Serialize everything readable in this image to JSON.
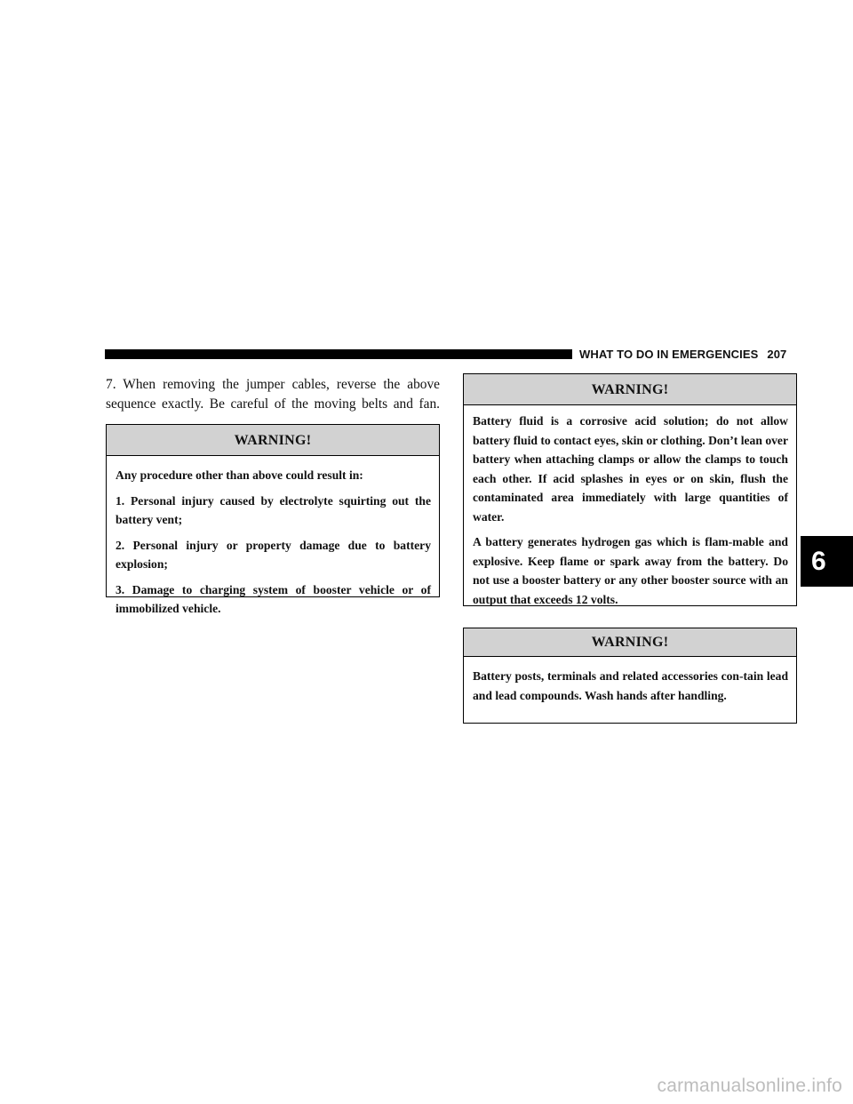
{
  "header": {
    "section_title": "WHAT TO DO IN EMERGENCIES",
    "page_number": "207"
  },
  "intro": {
    "text": "7. When removing the jumper cables, reverse the above sequence exactly. Be careful of the moving belts and fan."
  },
  "warnings": [
    {
      "title": "WARNING!",
      "paragraphs": [
        "Any procedure other than above could result in:",
        "1. Personal injury caused by electrolyte squirting out the battery vent;",
        "2. Personal injury or property damage due to battery explosion;",
        "3. Damage to charging system of booster vehicle or of immobilized vehicle."
      ]
    },
    {
      "title": "WARNING!",
      "paragraphs": [
        "Battery fluid is a corrosive acid solution; do not allow battery fluid to contact eyes, skin or clothing. Don’t lean over battery when attaching clamps or allow the clamps to touch each other. If acid splashes in eyes or on skin, flush the contaminated area immediately with large quantities of water.",
        "A battery generates hydrogen gas which is flam-mable and explosive. Keep flame or spark away from the battery. Do not use a booster battery or any other booster source with an output that exceeds 12 volts."
      ]
    },
    {
      "title": "WARNING!",
      "paragraphs": [
        "Battery posts, terminals and related accessories con-tain lead and lead compounds. Wash hands after handling."
      ]
    }
  ],
  "chapter_tab": "6",
  "watermark": "carmanualsonline.info"
}
